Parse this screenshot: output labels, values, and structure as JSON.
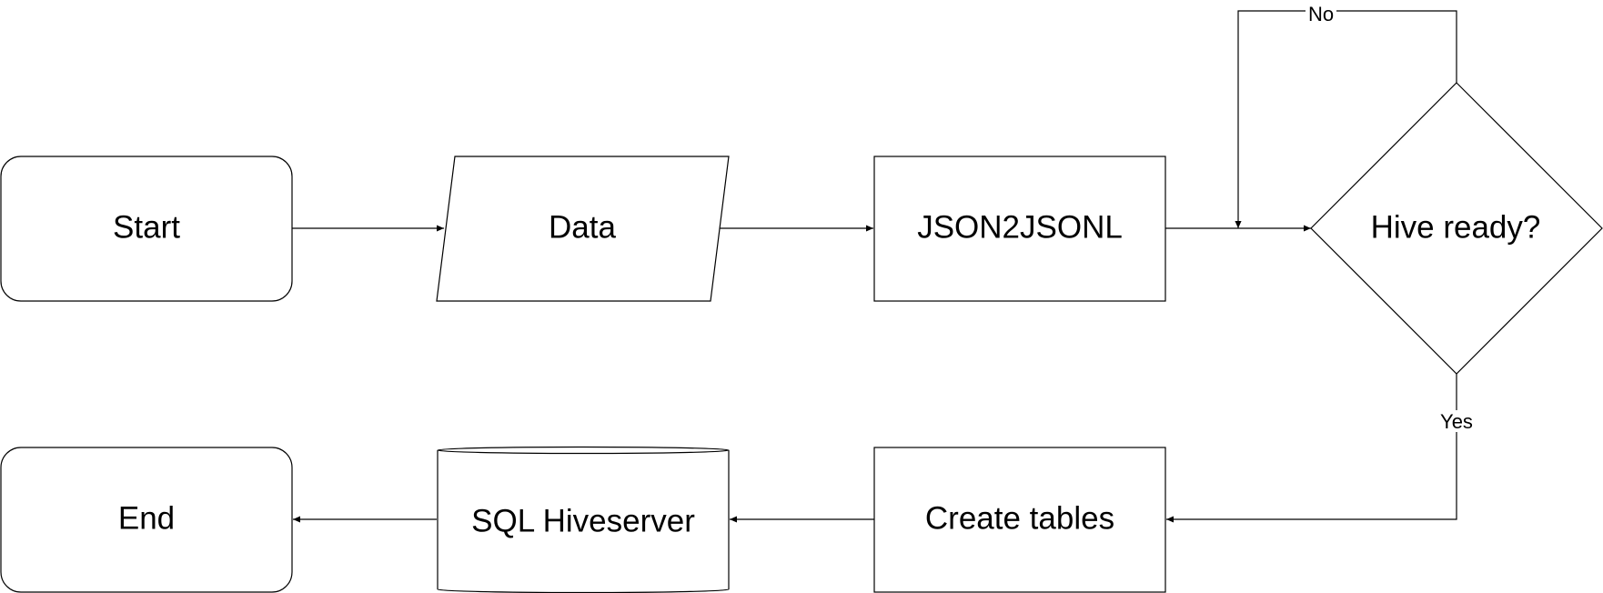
{
  "nodes": {
    "start": "Start",
    "data": "Data",
    "convert": "JSON2JSONL",
    "decision": "Hive ready?",
    "create_tables": "Create tables",
    "hiveserver": "SQL Hiveserver",
    "end": "End"
  },
  "edges": {
    "no_label": "No",
    "yes_label": "Yes"
  },
  "colors": {
    "stroke": "#000000",
    "fill": "#ffffff",
    "background": "#ffffff"
  }
}
